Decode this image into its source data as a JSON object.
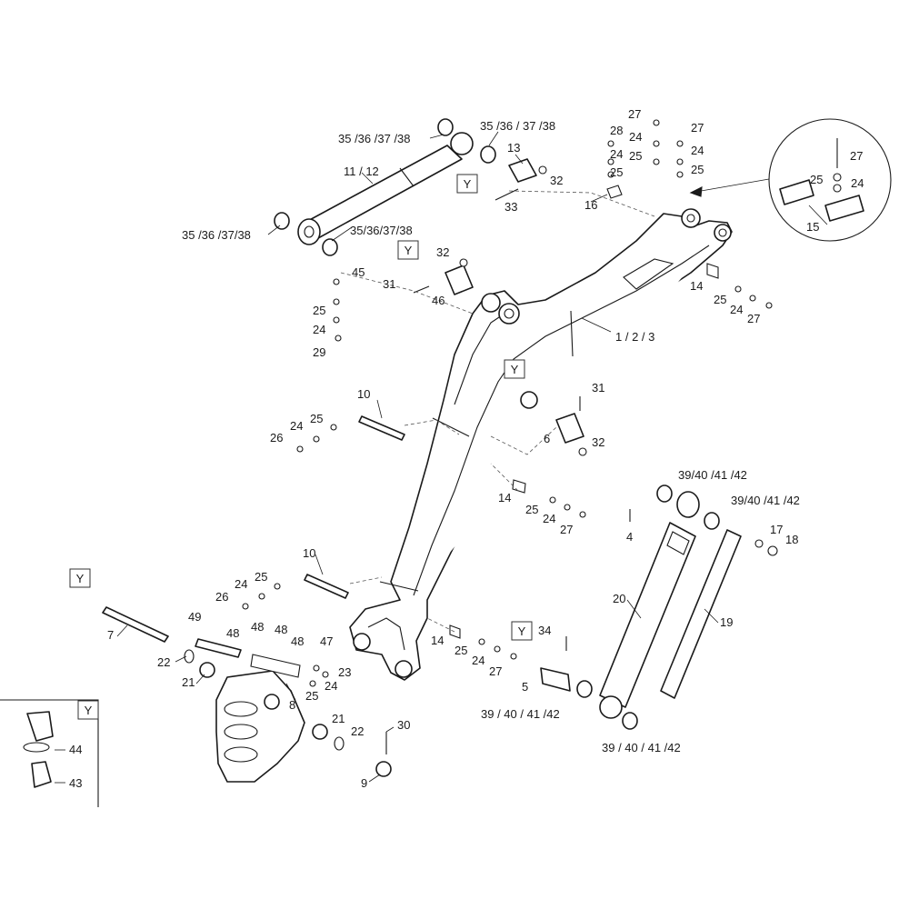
{
  "callouts": [
    {
      "id": "c1",
      "text": "35 /36 /37 /38"
    },
    {
      "id": "c2",
      "text": "11 / 12"
    },
    {
      "id": "c3",
      "text": "35 /36 /37/38"
    },
    {
      "id": "c4",
      "text": "35/36/37/38"
    },
    {
      "id": "c5",
      "text": "35 /36 / 37 /38"
    },
    {
      "id": "c6",
      "text": "13"
    },
    {
      "id": "c7",
      "text": "32"
    },
    {
      "id": "c8",
      "text": "33"
    },
    {
      "id": "c9",
      "text": "28"
    },
    {
      "id": "c10",
      "text": "27"
    },
    {
      "id": "c11",
      "text": "27"
    },
    {
      "id": "c12",
      "text": "24"
    },
    {
      "id": "c13",
      "text": "24"
    },
    {
      "id": "c14",
      "text": "24"
    },
    {
      "id": "c15",
      "text": "25"
    },
    {
      "id": "c16",
      "text": "25"
    },
    {
      "id": "c17",
      "text": "25"
    },
    {
      "id": "c18",
      "text": "16"
    },
    {
      "id": "c19",
      "text": "27"
    },
    {
      "id": "c20",
      "text": "25"
    },
    {
      "id": "c21",
      "text": "24"
    },
    {
      "id": "c22",
      "text": "15"
    },
    {
      "id": "c23",
      "text": "32"
    },
    {
      "id": "c24",
      "text": "45"
    },
    {
      "id": "c25",
      "text": "31"
    },
    {
      "id": "c26",
      "text": "46"
    },
    {
      "id": "c27",
      "text": "25"
    },
    {
      "id": "c28",
      "text": "24"
    },
    {
      "id": "c29",
      "text": "29"
    },
    {
      "id": "c30",
      "text": "14"
    },
    {
      "id": "c31",
      "text": "25"
    },
    {
      "id": "c32",
      "text": "24"
    },
    {
      "id": "c33",
      "text": "27"
    },
    {
      "id": "c34",
      "text": "1  /  2  /  3"
    },
    {
      "id": "c35",
      "text": "31"
    },
    {
      "id": "c36",
      "text": "6"
    },
    {
      "id": "c37",
      "text": "32"
    },
    {
      "id": "c38",
      "text": "10"
    },
    {
      "id": "c39",
      "text": "25"
    },
    {
      "id": "c40",
      "text": "24"
    },
    {
      "id": "c41",
      "text": "26"
    },
    {
      "id": "c42",
      "text": "14"
    },
    {
      "id": "c43",
      "text": "25"
    },
    {
      "id": "c44",
      "text": "24"
    },
    {
      "id": "c45",
      "text": "27"
    },
    {
      "id": "c46",
      "text": "39/40 /41 /42"
    },
    {
      "id": "c47",
      "text": "39/40 /41 /42"
    },
    {
      "id": "c48",
      "text": "4"
    },
    {
      "id": "c49",
      "text": "17"
    },
    {
      "id": "c50",
      "text": "18"
    },
    {
      "id": "c51",
      "text": "10"
    },
    {
      "id": "c52",
      "text": "25"
    },
    {
      "id": "c53",
      "text": "24"
    },
    {
      "id": "c54",
      "text": "26"
    },
    {
      "id": "c55",
      "text": "20"
    },
    {
      "id": "c56",
      "text": "19"
    },
    {
      "id": "c57",
      "text": "7"
    },
    {
      "id": "c58",
      "text": "49"
    },
    {
      "id": "c59",
      "text": "48"
    },
    {
      "id": "c60",
      "text": "48"
    },
    {
      "id": "c61",
      "text": "48"
    },
    {
      "id": "c62",
      "text": "48"
    },
    {
      "id": "c63",
      "text": "47"
    },
    {
      "id": "c64",
      "text": "22"
    },
    {
      "id": "c65",
      "text": "21"
    },
    {
      "id": "c66",
      "text": "23"
    },
    {
      "id": "c67",
      "text": "24"
    },
    {
      "id": "c68",
      "text": "25"
    },
    {
      "id": "c69",
      "text": "8"
    },
    {
      "id": "c70",
      "text": "14"
    },
    {
      "id": "c71",
      "text": "25"
    },
    {
      "id": "c72",
      "text": "24"
    },
    {
      "id": "c73",
      "text": "27"
    },
    {
      "id": "c74",
      "text": "34"
    },
    {
      "id": "c75",
      "text": "5"
    },
    {
      "id": "c76",
      "text": "39 / 40 / 41 /42"
    },
    {
      "id": "c77",
      "text": "39 / 40 / 41 /42"
    },
    {
      "id": "c78",
      "text": "21"
    },
    {
      "id": "c79",
      "text": "22"
    },
    {
      "id": "c80",
      "text": "30"
    },
    {
      "id": "c81",
      "text": "9"
    },
    {
      "id": "c82",
      "text": "44"
    },
    {
      "id": "c83",
      "text": "43"
    }
  ],
  "y_marker": {
    "text": "Y"
  }
}
